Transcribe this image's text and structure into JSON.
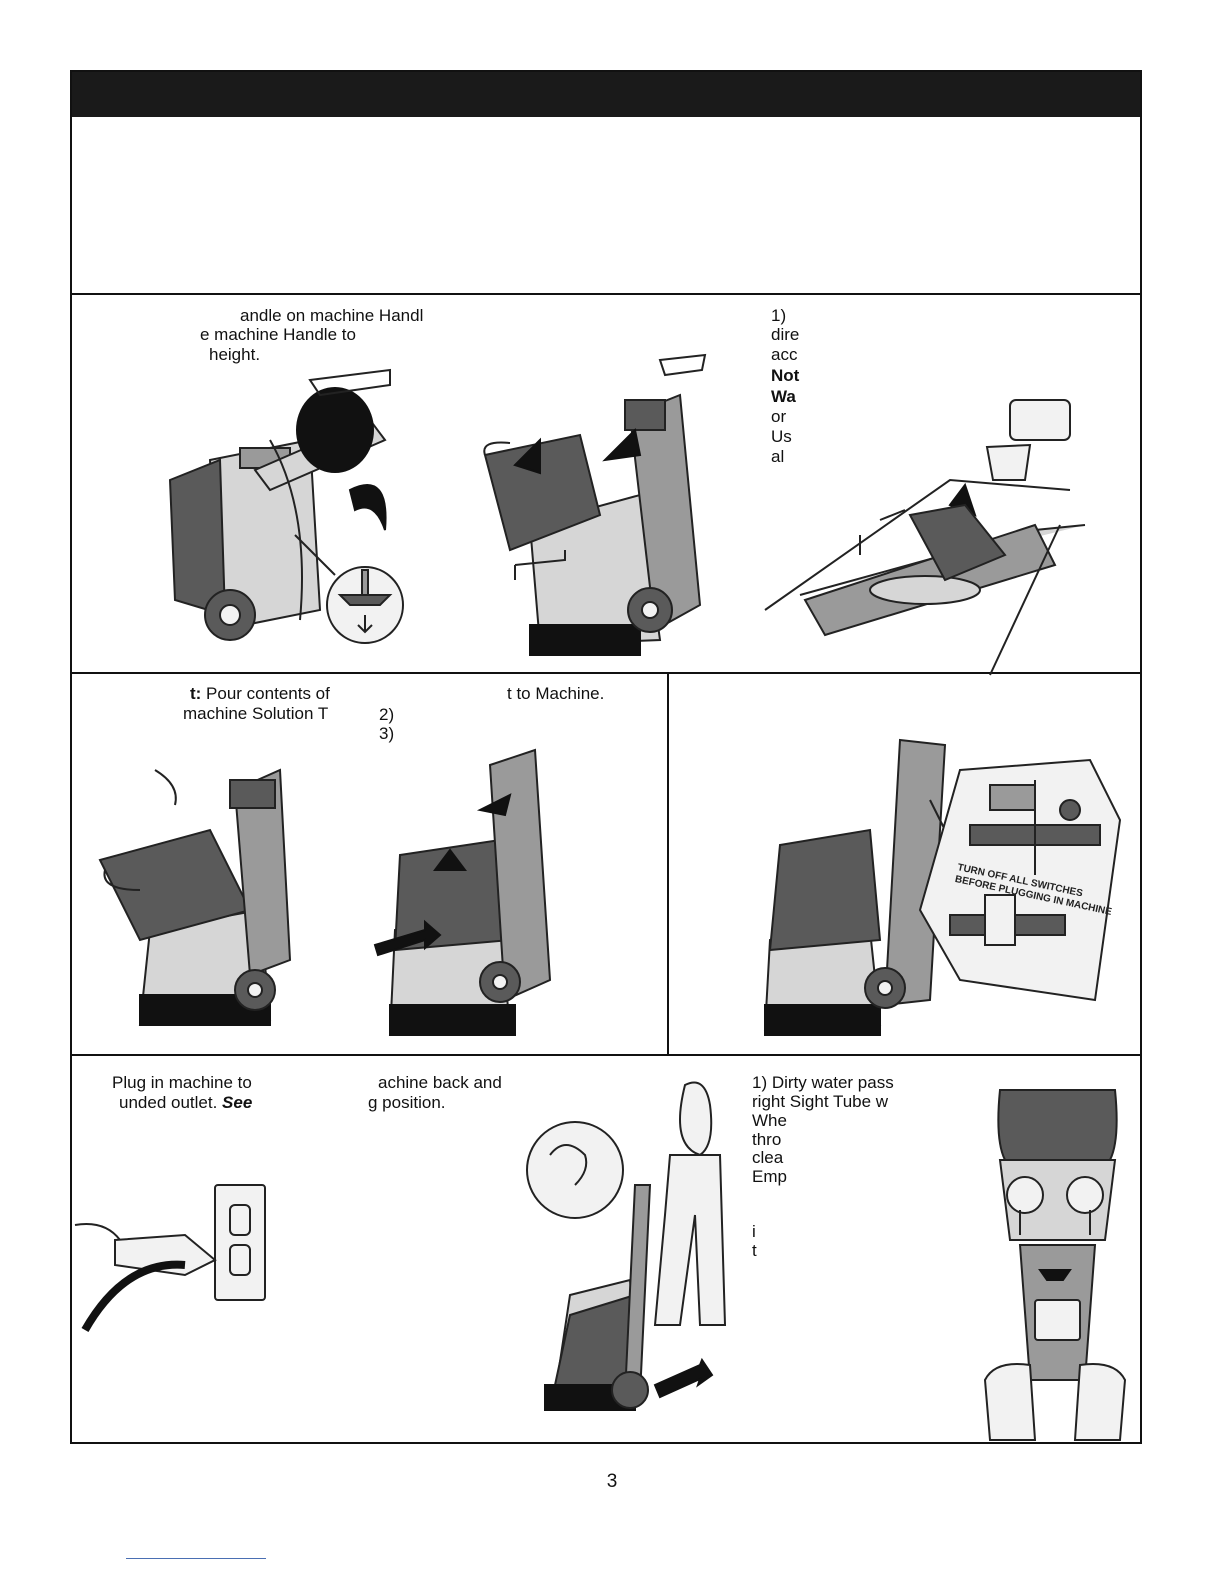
{
  "step1": {
    "text_line1": "andle on machine Handl",
    "text_line2": "e machine Handle to",
    "text_line3": "height."
  },
  "step3": {
    "line1": "1)",
    "line2": "dire",
    "line3": "acc",
    "line4_bold": "Not",
    "line5_bold": "Wa",
    "line6": "or",
    "line7": "Us",
    "line8": "al"
  },
  "step4": {
    "bold_prefix": "t:",
    "line1_rest": " Pour contents of",
    "line2": "machine Solution T"
  },
  "step5": {
    "line1": "t to Machine.",
    "line2": "2)",
    "line3": "3)"
  },
  "decal": {
    "warning_line1": "TURN OFF ALL SWITCHES",
    "warning_line2": "BEFORE PLUGGING IN MACHINE"
  },
  "step7": {
    "line1": "Plug in machine to",
    "line2_prefix": "unded outlet. ",
    "line2_bold_italic": "See"
  },
  "step8": {
    "line1": "achine back and",
    "line2": "g position."
  },
  "step9": {
    "line1": "1) Dirty water pass",
    "line2": "right Sight Tube w",
    "line3": "Whe",
    "line4": "thro",
    "line5": "clea",
    "line6": "Emp",
    "line7": "i",
    "line8": "t"
  },
  "page": {
    "number": "3"
  }
}
